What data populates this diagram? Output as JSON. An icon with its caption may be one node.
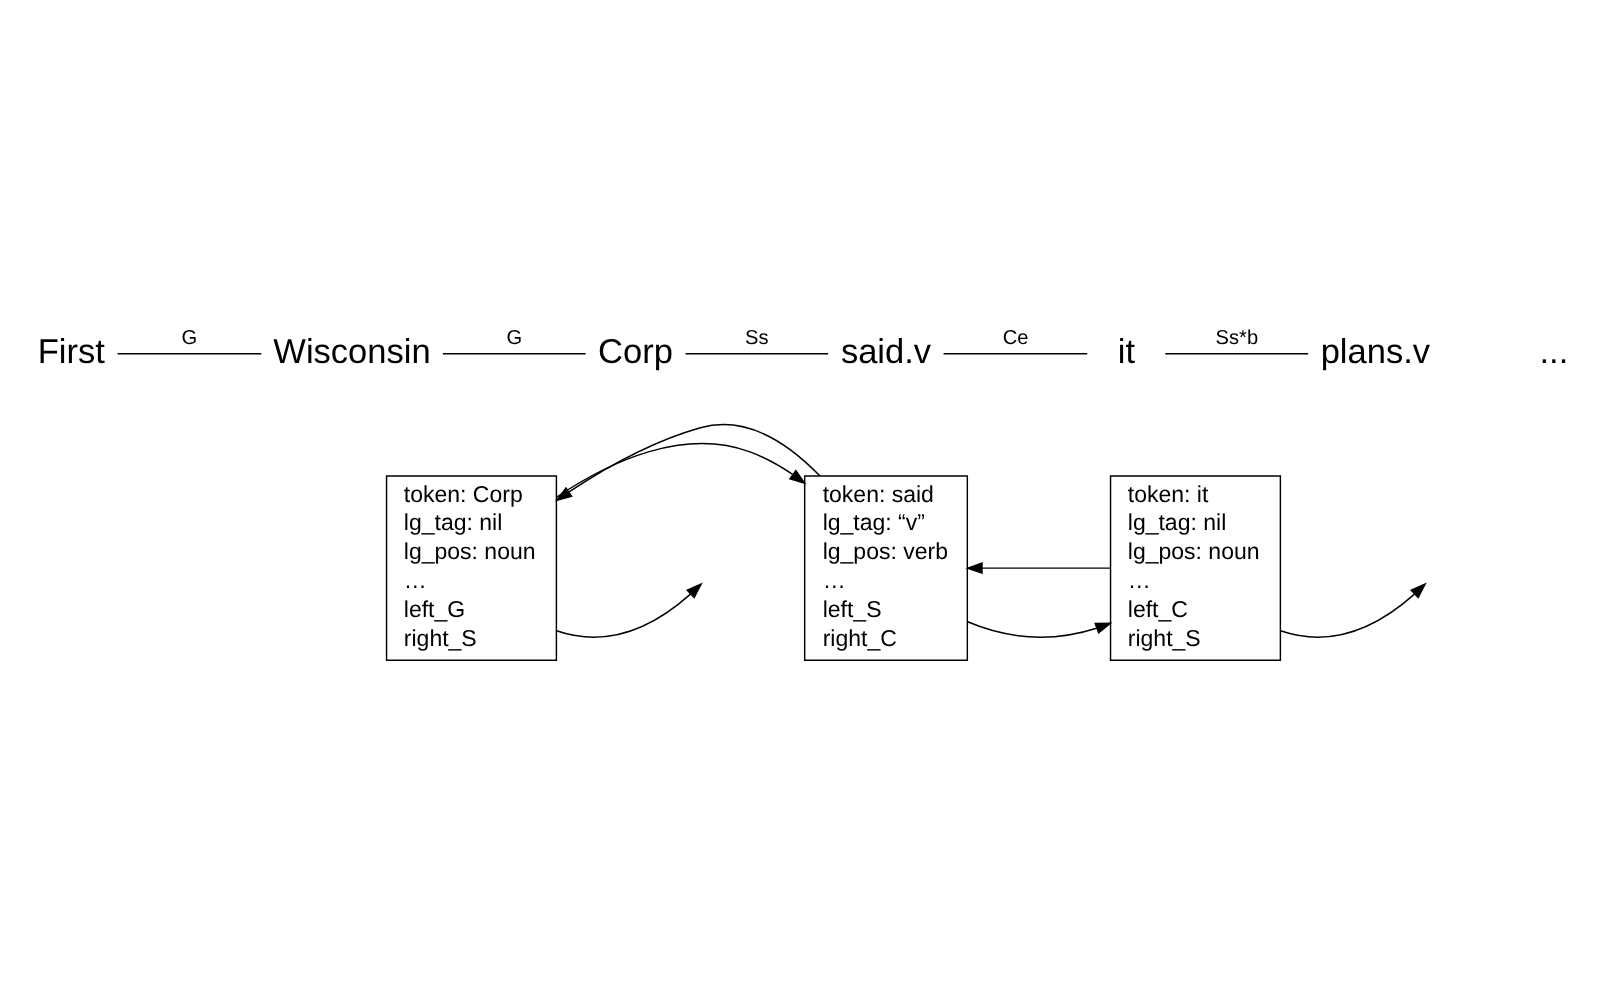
{
  "diagram": {
    "nodes": [
      {
        "text": [
          "First"
        ]
      },
      {
        "text": [
          "Wisconsin"
        ]
      },
      {
        "text": [
          "Corp"
        ]
      },
      {
        "text": [
          "said.v"
        ]
      },
      {
        "text": [
          "it"
        ]
      },
      {
        "text": [
          "plans.v"
        ]
      },
      {
        "text": [
          "..."
        ]
      },
      {
        "text": [
          "token: Corp",
          "lg_tag: nil",
          "lg_pos: noun",
          "…",
          "left_G",
          "right_S"
        ]
      },
      {
        "text": [
          "token: said",
          "lg_tag: “v”",
          "lg_pos: verb",
          "…",
          "left_S",
          "right_C"
        ]
      },
      {
        "text": [
          "token: it",
          "lg_tag: nil",
          "lg_pos: noun",
          "…",
          "left_C",
          "right_S"
        ]
      }
    ],
    "edges": [
      {
        "from": 0,
        "to": 1,
        "arrow": "none",
        "label": "G"
      },
      {
        "from": 1,
        "to": 2,
        "arrow": "none",
        "label": "G"
      },
      {
        "from": 2,
        "to": 3,
        "arrow": "none",
        "label": "Ss"
      },
      {
        "from": 3,
        "to": 4,
        "arrow": "none",
        "label": "Ce"
      },
      {
        "from": 4,
        "to": 5,
        "arrow": "none",
        "label": "Ss*b"
      },
      {
        "from": 7,
        "to": null,
        "arrow": "to"
      },
      {
        "from": 7,
        "to": 8,
        "arrow": "to"
      },
      {
        "from": 8,
        "to": 7,
        "arrow": "to"
      },
      {
        "from": 8,
        "to": 9,
        "arrow": "to"
      },
      {
        "from": 9,
        "to": 8,
        "arrow": "to"
      },
      {
        "from": 9,
        "to": null,
        "arrow": "to"
      }
    ]
  }
}
